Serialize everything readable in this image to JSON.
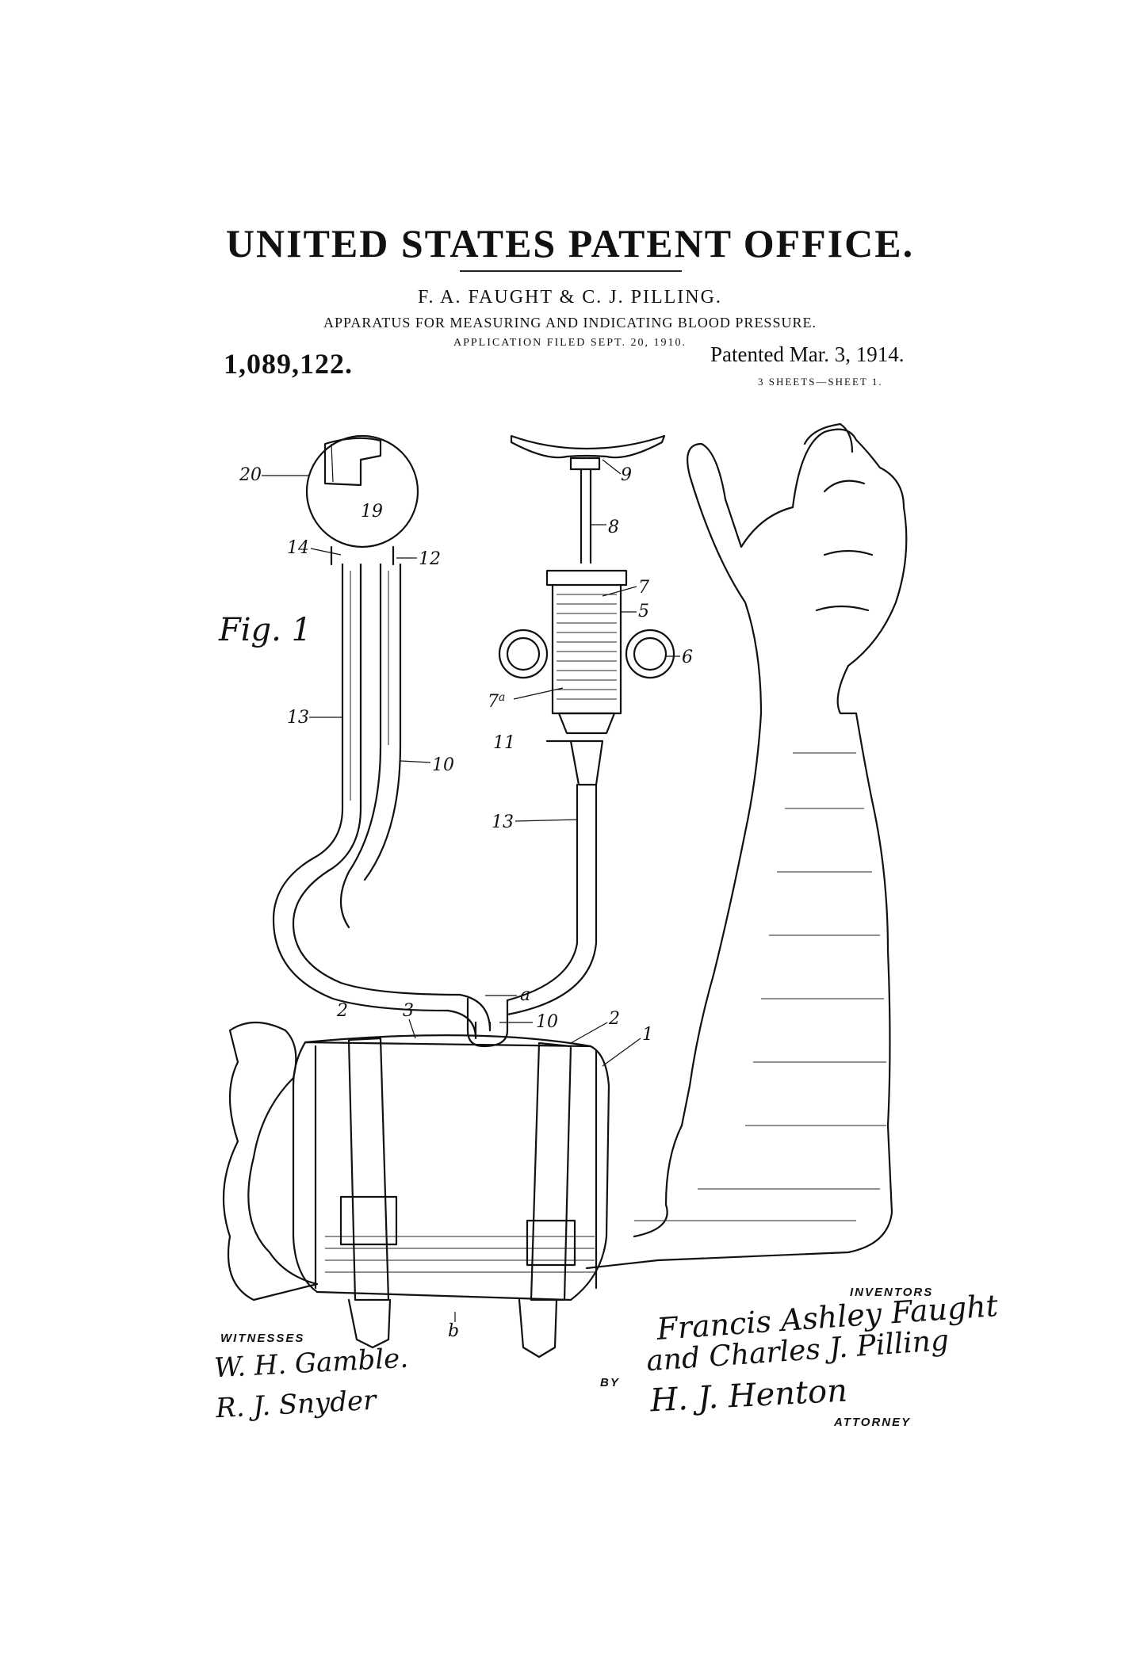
{
  "header": {
    "office": "UNITED STATES PATENT OFFICE.",
    "inventors": "F. A. FAUGHT & C. J. PILLING.",
    "title": "APPARATUS FOR MEASURING AND INDICATING BLOOD PRESSURE.",
    "filed": "APPLICATION FILED SEPT. 20, 1910.",
    "patent_number": "1,089,122.",
    "patented": "Patented Mar. 3, 1914.",
    "sheets": "3 SHEETS—SHEET 1."
  },
  "figure": {
    "label": "Fig. 1",
    "refs": {
      "r20": "20",
      "r19": "19",
      "r14": "14",
      "r12": "12",
      "r13a": "13",
      "r10a": "10",
      "r9": "9",
      "r8": "8",
      "r7": "7",
      "r5": "5",
      "r6": "6",
      "r7a": "7a",
      "r11": "11",
      "r13b": "13",
      "ra": "a",
      "r10b": "10",
      "r2a": "2",
      "r3": "3",
      "r2b": "2",
      "r1": "1",
      "rb": "b"
    }
  },
  "signatures": {
    "witnesses_label": "WITNESSES",
    "inventors_label": "INVENTORS",
    "by_label": "BY",
    "attorney_label": "ATTORNEY",
    "inventor_1": "Francis Ashley Faught",
    "inventor_2": "and Charles J. Pilling",
    "attorney": "H. J. Henton",
    "witness_1": "W. H. Gamble.",
    "witness_2": "R. J. Snyder"
  }
}
